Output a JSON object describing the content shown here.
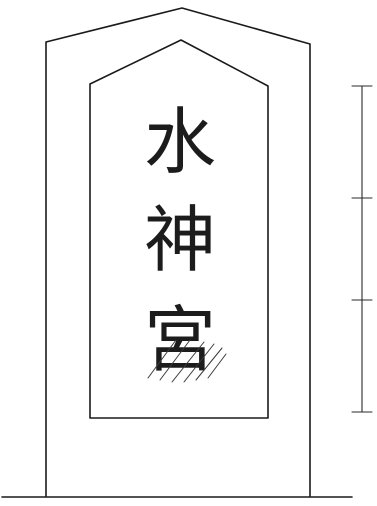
{
  "inscription": {
    "char_1": "水",
    "char_2": "神",
    "char_3": "宮"
  }
}
